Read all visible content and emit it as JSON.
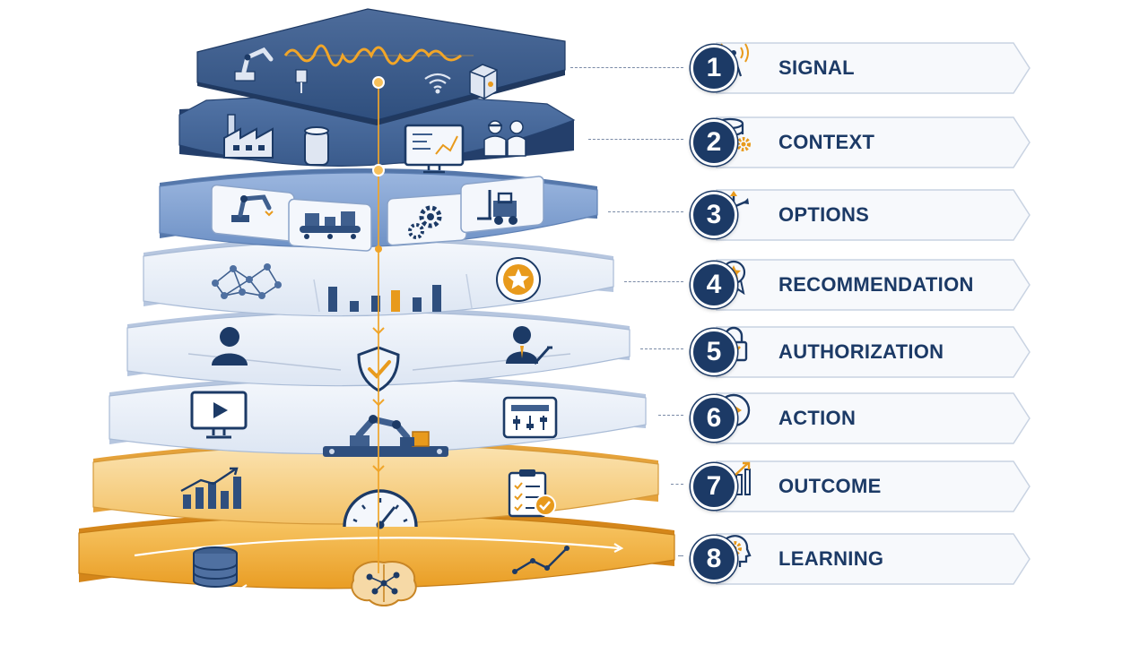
{
  "colors": {
    "navy": "#1c3a66",
    "layer_dark": "#3f5f8e",
    "layer_mid": "#6e91c4",
    "layer_light": "#e8eef8",
    "layer_amber": "#f2b23a",
    "accent_orange": "#e89a1c"
  },
  "steps": [
    {
      "number": "1",
      "label": "SIGNAL",
      "icon": "signal-tower-icon"
    },
    {
      "number": "2",
      "label": "CONTEXT",
      "icon": "database-gear-icon"
    },
    {
      "number": "3",
      "label": "OPTIONS",
      "icon": "branching-arrows-icon"
    },
    {
      "number": "4",
      "label": "RECOMMENDATION",
      "icon": "award-ribbon-icon"
    },
    {
      "number": "5",
      "label": "AUTHORIZATION",
      "icon": "padlock-check-icon"
    },
    {
      "number": "6",
      "label": "ACTION",
      "icon": "play-button-icon"
    },
    {
      "number": "7",
      "label": "OUTCOME",
      "icon": "rising-bar-chart-icon"
    },
    {
      "number": "8",
      "label": "LEARNING",
      "icon": "head-gear-icon"
    }
  ],
  "layers": [
    {
      "name": "signal-layer",
      "icons": [
        "robot-arm-icon",
        "waveform-icon",
        "sensor-icon",
        "wifi-icon",
        "device-box-icon"
      ]
    },
    {
      "name": "context-layer",
      "icons": [
        "factory-icon",
        "tank-icon",
        "monitor-dashboard-icon",
        "workers-icon"
      ]
    },
    {
      "name": "options-layer",
      "icons": [
        "robot-arm-icon",
        "conveyor-icon",
        "gears-icon",
        "forklift-icon"
      ]
    },
    {
      "name": "recommendation-layer",
      "icons": [
        "network-graph-icon",
        "bar-chart-icon",
        "star-badge-icon"
      ]
    },
    {
      "name": "authorization-layer",
      "icons": [
        "user-icon",
        "shield-check-icon",
        "manager-icon"
      ]
    },
    {
      "name": "action-layer",
      "icons": [
        "video-monitor-icon",
        "robotic-assembly-icon",
        "control-panel-icon"
      ]
    },
    {
      "name": "outcome-layer",
      "icons": [
        "growth-chart-icon",
        "speedometer-icon",
        "checklist-icon"
      ]
    },
    {
      "name": "learning-layer",
      "icons": [
        "database-icon",
        "brain-icon",
        "trend-line-icon"
      ]
    }
  ]
}
